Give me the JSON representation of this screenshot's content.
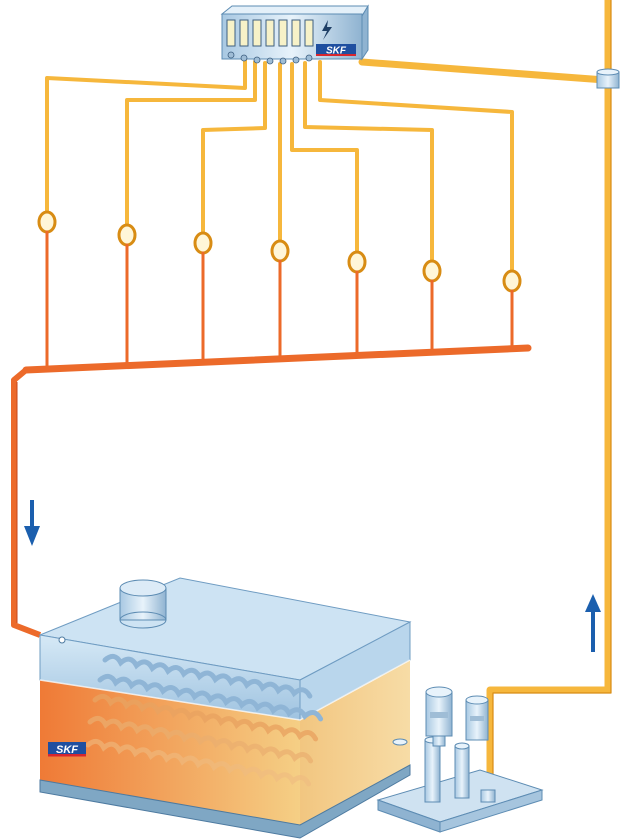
{
  "brand": {
    "name": "SKF",
    "color": "#d7262e",
    "accent": "#1f4fa0"
  },
  "colors": {
    "supply_line": "#f6b73c",
    "supply_line_dark": "#d88c14",
    "return_line": "#ec6a2a",
    "return_line_dark": "#c6461a",
    "metal": "#bcd7ea",
    "metal_dark": "#7fa7c4",
    "oil_hot": "#ef8a45",
    "oil_warm": "#f4c27a",
    "flow_arrow": "#1b5fae"
  },
  "diagram": {
    "components": [
      {
        "id": "distributor",
        "label": "SKF"
      },
      {
        "id": "tank",
        "label": "SKF"
      },
      {
        "id": "pump-unit",
        "label": ""
      }
    ],
    "lubrication_points": 7,
    "flow": [
      {
        "id": "arrow-down",
        "direction": "down"
      },
      {
        "id": "arrow-up",
        "direction": "up"
      }
    ],
    "symbols": [
      "electric-bolt-icon",
      "flow-arrow-down-icon",
      "flow-arrow-up-icon",
      "flow-indicator-icon"
    ]
  }
}
